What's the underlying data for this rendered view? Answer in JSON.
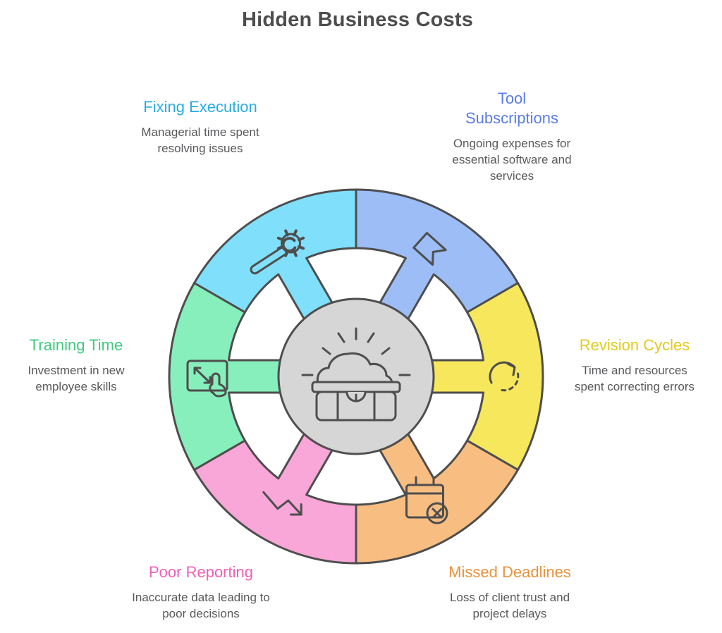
{
  "title": "Hidden Business Costs",
  "colors": {
    "stroke": "#4E4E4E",
    "title_text": "#4D4D4D",
    "description_text": "#58595B",
    "center_fill": "#D6D6D6",
    "background": "#FFFFFF"
  },
  "center": {
    "icon": "treasure-chest-icon"
  },
  "items": [
    {
      "id": "fixing-execution",
      "label": "Fixing Execution",
      "description": "Managerial time spent resolving issues",
      "label_color": "#29ABE2",
      "segment_color": "#80DFFB",
      "icon": "gear-wrench-icon",
      "position": "top-left"
    },
    {
      "id": "tool-subscriptions",
      "label": "Tool Subscriptions",
      "description": "Ongoing expenses for essential software and services",
      "label_color": "#5A7DE8",
      "segment_color": "#9CBDF6",
      "icon": "bookmark-icon",
      "position": "top-right"
    },
    {
      "id": "revision-cycles",
      "label": "Revision Cycles",
      "description": "Time and resources spent correcting errors",
      "label_color": "#E2CB1E",
      "segment_color": "#F6E75C",
      "icon": "refresh-cycle-icon",
      "position": "right"
    },
    {
      "id": "missed-deadlines",
      "label": "Missed Deadlines",
      "description": "Loss of client trust and project delays",
      "label_color": "#E8923D",
      "segment_color": "#F8BE81",
      "icon": "calendar-x-icon",
      "position": "bottom-right"
    },
    {
      "id": "poor-reporting",
      "label": "Poor Reporting",
      "description": "Inaccurate data leading to poor decisions",
      "label_color": "#F160B4",
      "segment_color": "#F9A6D8",
      "icon": "declining-trend-icon",
      "position": "bottom-left"
    },
    {
      "id": "training-time",
      "label": "Training Time",
      "description": "Investment in new employee skills",
      "label_color": "#3ECB7D",
      "segment_color": "#86EFBB",
      "icon": "screen-touch-expand-icon",
      "position": "left"
    }
  ]
}
